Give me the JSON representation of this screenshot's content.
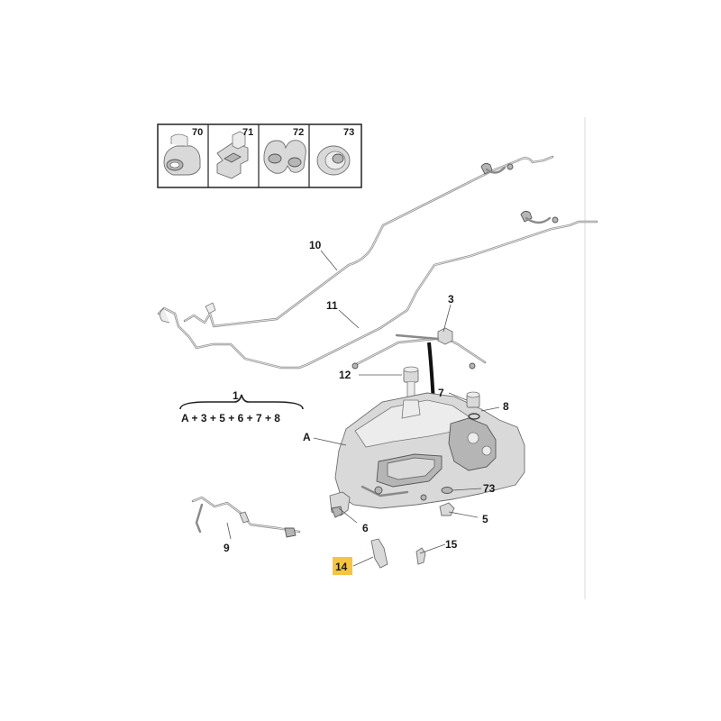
{
  "inset_labels": [
    "70",
    "71",
    "72",
    "73"
  ],
  "callouts": {
    "p10": "10",
    "p11": "11",
    "p3": "3",
    "p12": "12",
    "p7": "7",
    "p8": "8",
    "p1": "1",
    "p1_formula": "A + 3 + 5 + 6 + 7 + 8",
    "pA": "A",
    "p73": "73",
    "p6": "6",
    "p5": "5",
    "p9": "9",
    "p15": "15",
    "p14": "14"
  },
  "colors": {
    "highlight": "#f5c542",
    "line": "#555555",
    "part": "#d9d9d9"
  }
}
